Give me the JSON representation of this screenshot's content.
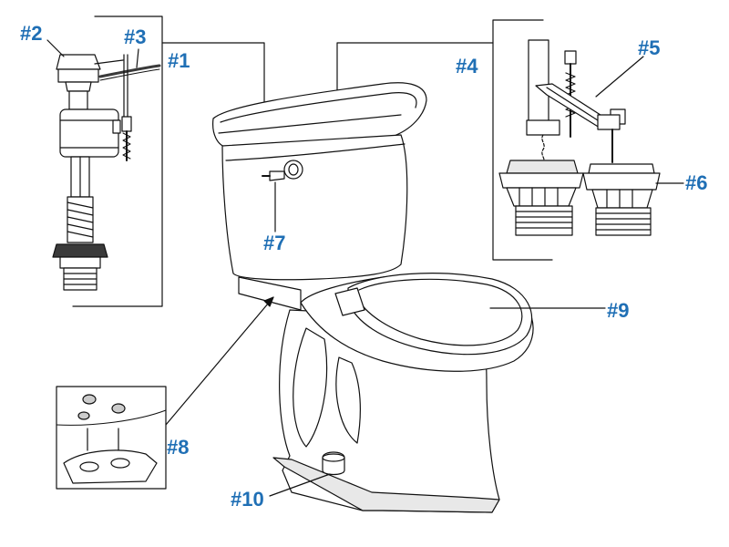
{
  "callouts": {
    "c1": "#1",
    "c2": "#2",
    "c3": "#3",
    "c4": "#4",
    "c5": "#5",
    "c6": "#6",
    "c7": "#7",
    "c8": "#8",
    "c9": "#9",
    "c10": "#10"
  },
  "colors": {
    "callout": "#1f6fb5",
    "line": "#111111",
    "porcelain": "#ffffff",
    "shade": "#e8e8e8",
    "dark_part": "#3a3a3a"
  }
}
